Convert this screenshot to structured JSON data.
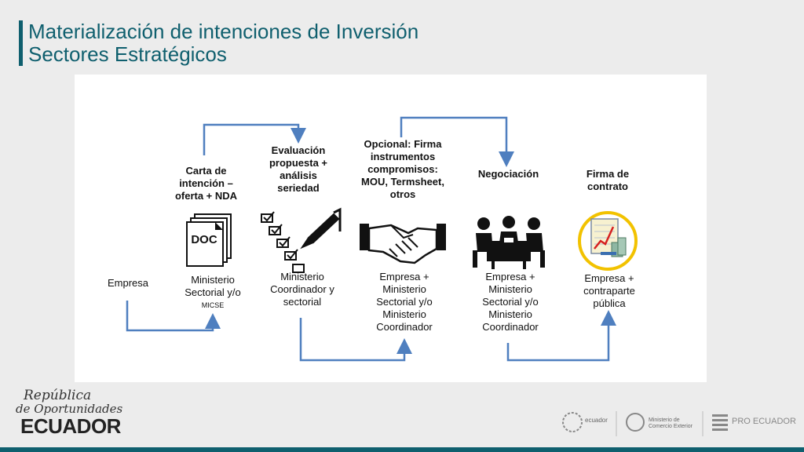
{
  "slide": {
    "title_line1": "Materialización de intenciones de Inversión",
    "title_line2": "Sectores Estratégicos"
  },
  "steps": [
    {
      "id": "carta",
      "heading": "Carta de intención – oferta + NDA",
      "icon": "doc-stack-icon",
      "icon_label": "DOC",
      "actor": "Ministerio Sectorial y/o",
      "actor_small": "MICSE"
    },
    {
      "id": "evaluacion",
      "heading": "Evaluación propuesta + análisis seriedad",
      "icon": "checklist-pen-icon",
      "actor": "Ministerio Coordinador y sectorial"
    },
    {
      "id": "opcional",
      "heading": "Opcional: Firma instrumentos compromisos: MOU, Termsheet, otros",
      "icon": "handshake-icon",
      "actor": "Empresa + Ministerio Sectorial y/o Ministerio Coordinador"
    },
    {
      "id": "negociacion",
      "heading": "Negociación",
      "icon": "meeting-icon",
      "actor": "Empresa + Ministerio Sectorial y/o Ministerio Coordinador"
    },
    {
      "id": "firma",
      "heading": "Firma de contrato",
      "icon": "contract-chart-icon",
      "actor": "Empresa + contraparte pública"
    }
  ],
  "start": {
    "label": "Empresa"
  },
  "colors": {
    "accent": "#0f5f6e",
    "arrow": "#4f7fbf",
    "gold": "#f2c200"
  },
  "footer": {
    "brand_script1": "República",
    "brand_script2": "de Oportunidades",
    "brand": "ECUADOR",
    "logo1": "ecuador",
    "logo2_line1": "Ministerio de",
    "logo2_line2": "Comercio Exterior",
    "logo3": "PRO ECUADOR"
  }
}
